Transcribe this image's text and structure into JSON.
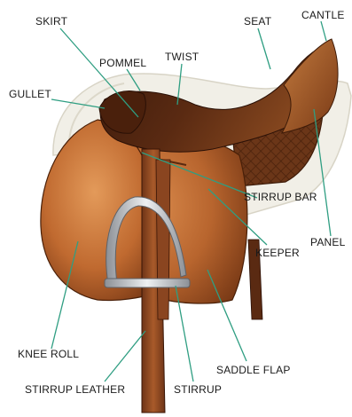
{
  "diagram": {
    "leader_color": "#2f9e82",
    "labels": {
      "skirt": "SKIRT",
      "seat": "SEAT",
      "cantle": "CANTLE",
      "pommel": "POMMEL",
      "twist": "TWIST",
      "gullet": "GULLET",
      "stirrup_bar": "STIRRUP BAR",
      "panel": "PANEL",
      "keeper": "KEEPER",
      "knee_roll": "KNEE ROLL",
      "saddle_flap": "SADDLE FLAP",
      "stirrup_leather": "STIRRUP LEATHER",
      "stirrup": "STIRRUP"
    }
  }
}
